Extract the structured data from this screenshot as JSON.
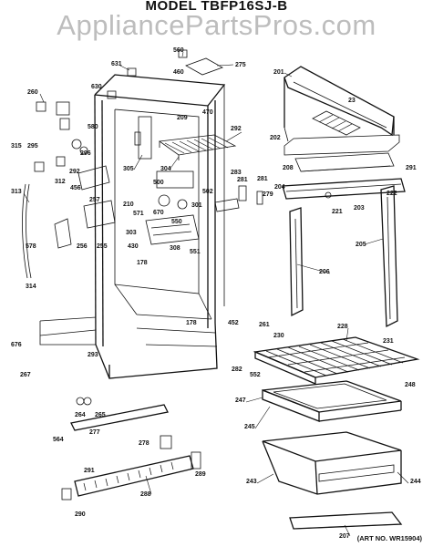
{
  "title": "MODEL TBFP16SJ-B",
  "watermark": "AppliancePartsPros.com",
  "art_no": "(ART NO. WR15904)",
  "parts": [
    "631",
    "560",
    "275",
    "460",
    "201",
    "630",
    "260",
    "580",
    "470",
    "209",
    "23",
    "292",
    "315",
    "295",
    "296",
    "292",
    "312",
    "305",
    "304",
    "202",
    "283",
    "281",
    "291",
    "208",
    "313",
    "456",
    "257",
    "500",
    "279",
    "281",
    "301",
    "502",
    "204",
    "222",
    "203",
    "210",
    "571",
    "303",
    "670",
    "550",
    "221",
    "205",
    "578",
    "256",
    "255",
    "430",
    "178",
    "308",
    "551",
    "314",
    "206",
    "452",
    "261",
    "230",
    "228",
    "231",
    "676",
    "293",
    "178",
    "267",
    "282",
    "552",
    "247",
    "248",
    "264",
    "265",
    "245",
    "277",
    "564",
    "278",
    "244",
    "291",
    "243",
    "288",
    "289",
    "290",
    "207"
  ]
}
